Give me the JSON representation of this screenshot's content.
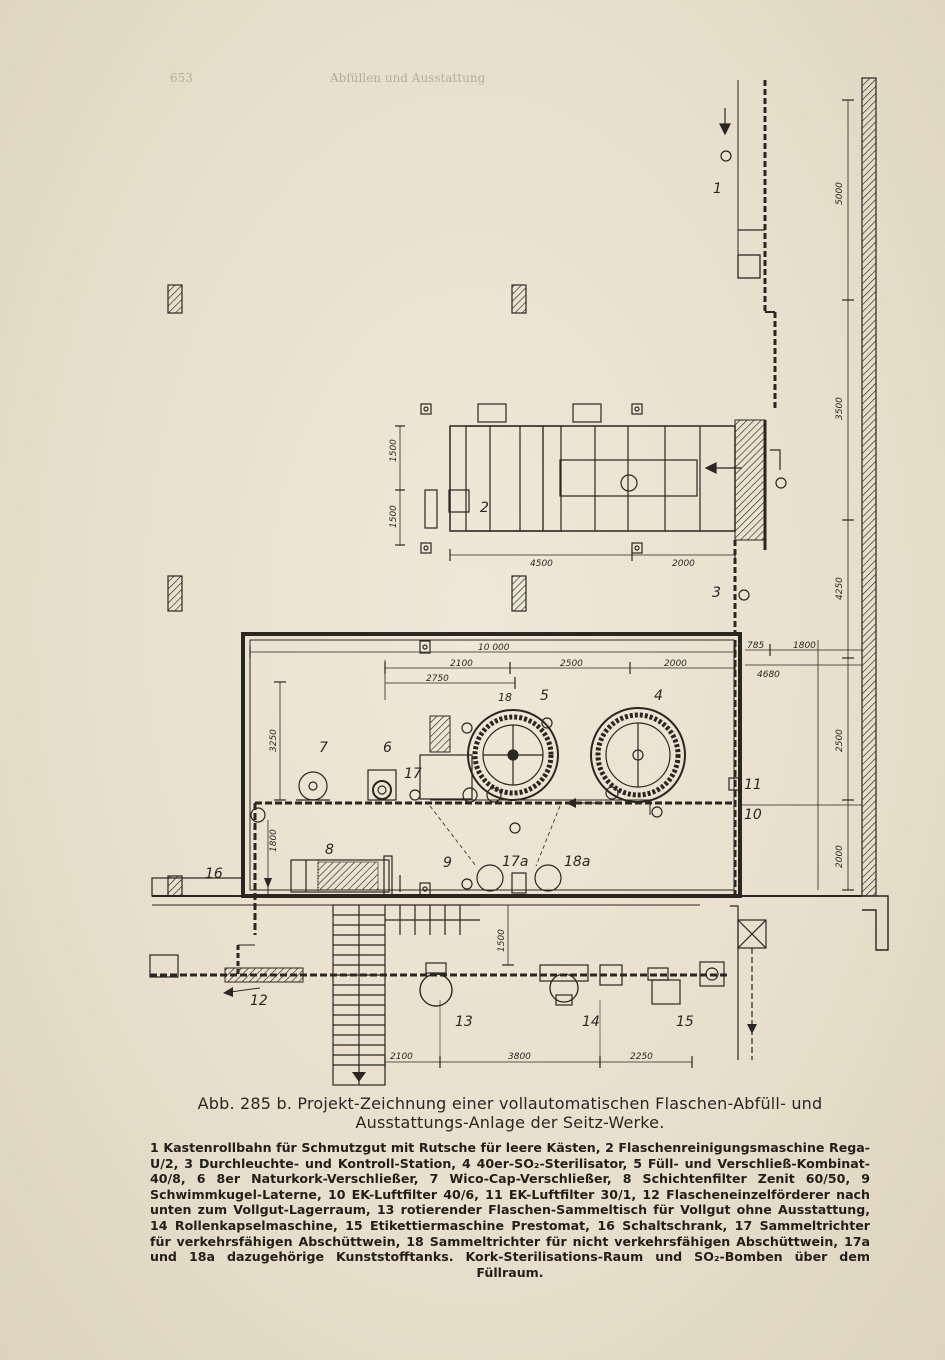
{
  "page_header": "Abfüllen und Ausstattung",
  "page_number": "653",
  "labels": {
    "n1": "1",
    "n2": "2",
    "n3": "3",
    "n4": "4",
    "n5": "5",
    "n6": "6",
    "n7": "7",
    "n8": "8",
    "n9": "9",
    "n10": "10",
    "n11": "11",
    "n12": "12",
    "n13": "13",
    "n14": "14",
    "n15": "15",
    "n16": "16",
    "n17": "17",
    "n17a": "17a",
    "n18": "18",
    "n18a": "18a"
  },
  "dimensions": {
    "d5000": "5000",
    "d3500": "3500",
    "d4250": "4250",
    "d2500": "2500",
    "d2000r": "2000",
    "d1500a": "1500",
    "d1500b": "1500",
    "d4500": "4500",
    "d2000a": "2000",
    "d10000": "10 000",
    "d2100a": "2100",
    "d2500a": "2500",
    "d2000b": "2000",
    "d2750": "2750",
    "d785": "785",
    "d1800a": "1800",
    "d4680": "4680",
    "d3250": "3250",
    "d1800b": "1800",
    "d1500c": "1500",
    "d2100b": "2100",
    "d3800": "3800",
    "d2250": "2250"
  },
  "caption": {
    "title_line1": "Abb. 285 b. Projekt-Zeichnung einer vollautomatischen Flaschen-Abfüll- und",
    "title_line2": "Ausstattungs-Anlage der Seitz-Werke.",
    "legend": "1 Kastenrollbahn für Schmutzgut mit Rutsche für leere Kästen, 2 Flaschenreinigungsmaschine Rega-U/2, 3 Durchleuchte- und Kontroll-Station, 4 40er-SO₂-Sterilisator, 5 Füll- und Verschließ-Kombinat-40/8, 6 8er Naturkork-Verschließer, 7 Wico-Cap-Verschließer, 8 Schichtenfilter Zenit 60/50, 9 Schwimmkugel-Laterne, 10 EK-Luftfilter 40/6, 11 EK-Luftfilter 30/1, 12 Flascheneinzelförderer nach unten zum Vollgut-Lagerraum, 13 rotierender Flaschen-Sammeltisch für Vollgut ohne Ausstattung, 14 Rollenkapselmaschine, 15 Etikettiermaschine Prestomat, 16 Schaltschrank, 17 Sammeltrichter für verkehrsfähigen Abschüttwein, 18 Sammeltrichter für nicht verkehrsfähigen Abschüttwein, 17a und 18a dazugehörige Kunststofftanks. Kork-Sterilisations-Raum und SO₂-Bomben über dem Füllraum."
  }
}
